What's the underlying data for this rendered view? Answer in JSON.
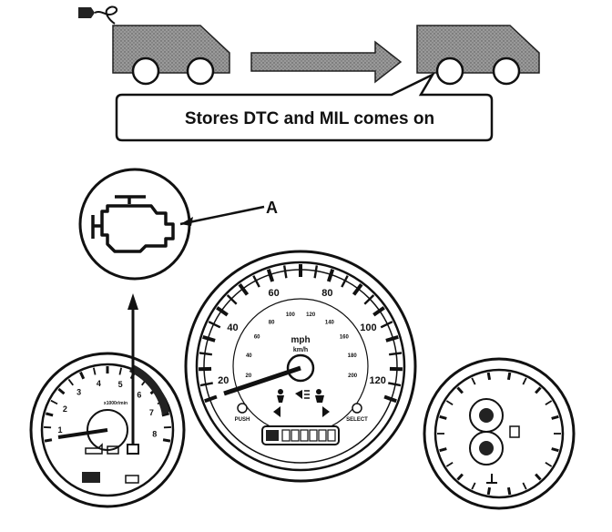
{
  "callout": {
    "text": "Stores DTC and MIL comes on"
  },
  "label_a": "A",
  "speedometer": {
    "outer_numbers": [
      "20",
      "40",
      "60",
      "80",
      "100",
      "120"
    ],
    "inner_numbers": [
      "20",
      "40",
      "60",
      "80",
      "100",
      "120",
      "140",
      "160",
      "180",
      "200"
    ],
    "unit_top": "mph",
    "unit_bottom": "km/h",
    "left_button": "PUSH",
    "right_button": "SELECT"
  },
  "tachometer": {
    "numbers": [
      "1",
      "2",
      "3",
      "4",
      "5",
      "6",
      "7",
      "8"
    ],
    "unit": "x1000r/min"
  },
  "colors": {
    "ink": "#111111",
    "vehicle_fill": "#8a8a8a",
    "arrow_fill": "#8a8a8a",
    "paper": "#ffffff"
  }
}
